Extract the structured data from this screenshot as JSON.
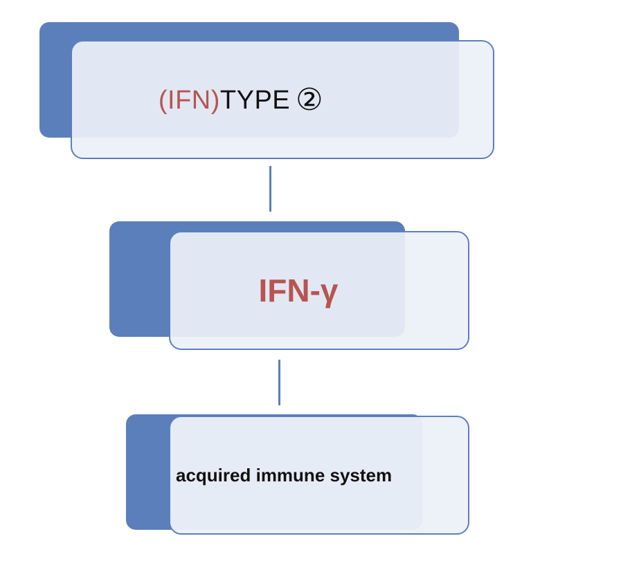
{
  "diagram": {
    "nodes": {
      "top": {
        "prefix": "(IFN)",
        "main": "TYPE",
        "circled_number": "②"
      },
      "middle": {
        "label": "IFN-γ"
      },
      "bottom": {
        "label": "acquired immune system"
      }
    },
    "colors": {
      "box_fill": "#5b7fbb",
      "box_border": "#5b7fbb",
      "panel_fill": "#ecf0f8",
      "accent_text": "#b85450",
      "text": "#111111"
    }
  }
}
